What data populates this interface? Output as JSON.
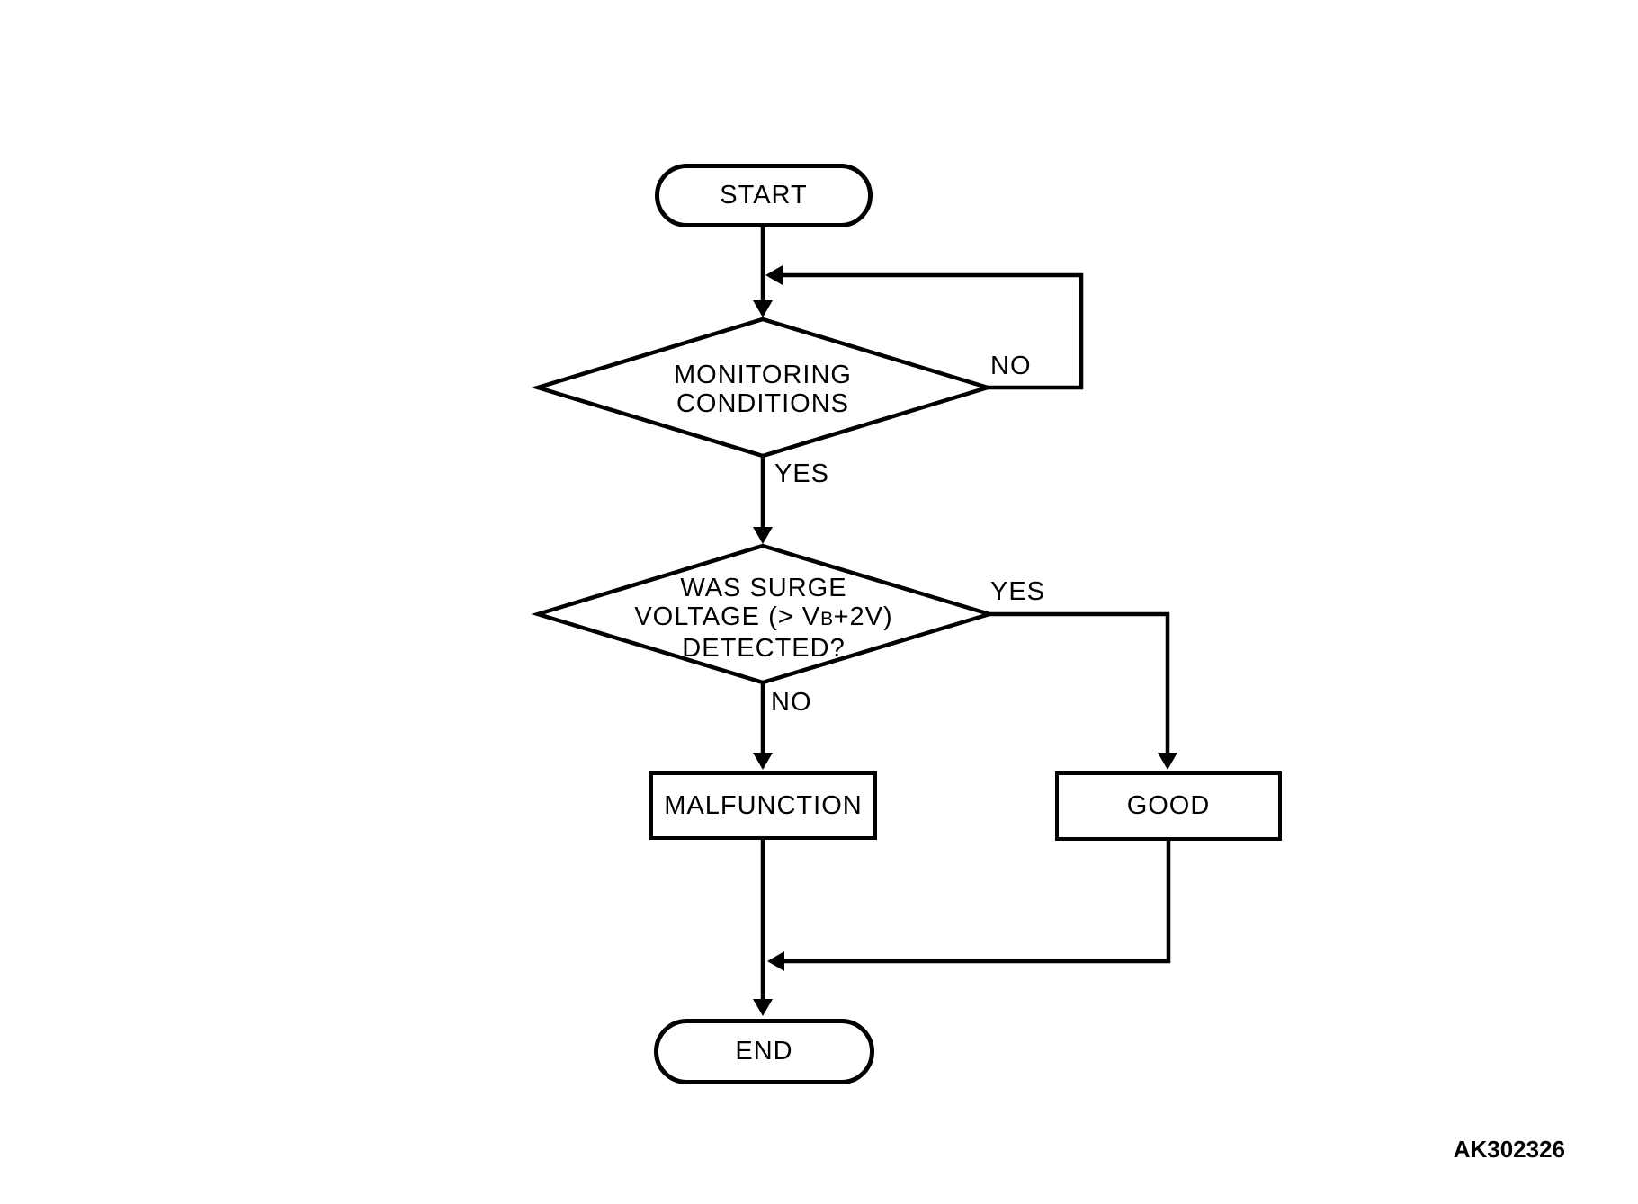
{
  "nodes": {
    "start": {
      "label": "START"
    },
    "monitoring": {
      "line1": "MONITORING",
      "line2": "CONDITIONS"
    },
    "surge": {
      "line1": "WAS SURGE",
      "line2_pre": "VOLTAGE (> V",
      "line2_sub": "B",
      "line2_post": "+2V)",
      "line3": "DETECTED?"
    },
    "malfunction": {
      "label": "MALFUNCTION"
    },
    "good": {
      "label": "GOOD"
    },
    "end": {
      "label": "END"
    }
  },
  "edge_labels": {
    "monitoring_no": "NO",
    "monitoring_yes": "YES",
    "surge_yes": "YES",
    "surge_no": "NO"
  },
  "figure_code": "AK302326",
  "colors": {
    "line": "#000000",
    "background": "#ffffff"
  }
}
